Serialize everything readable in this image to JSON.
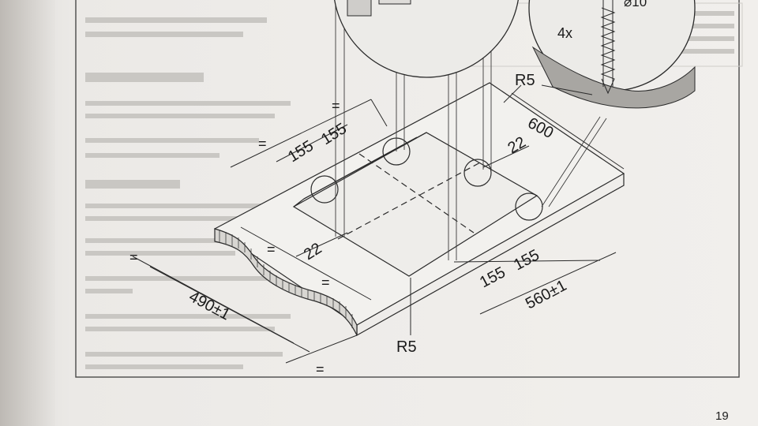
{
  "page": {
    "number": "19"
  },
  "figure": {
    "screws_count": "4x",
    "screw_diameter": "⌀10",
    "corner_radius_top": "R5",
    "corner_radius_bottom": "R5",
    "depth_outer": "600",
    "width_outer": "490±1",
    "width_inner": "560±1",
    "offset_top": "22",
    "offset_front": "22",
    "screw_spacing_front_left": "155",
    "screw_spacing_front_right": "155",
    "screw_spacing_back_left": "155",
    "screw_spacing_back_right": "155",
    "equal_mark": "="
  }
}
